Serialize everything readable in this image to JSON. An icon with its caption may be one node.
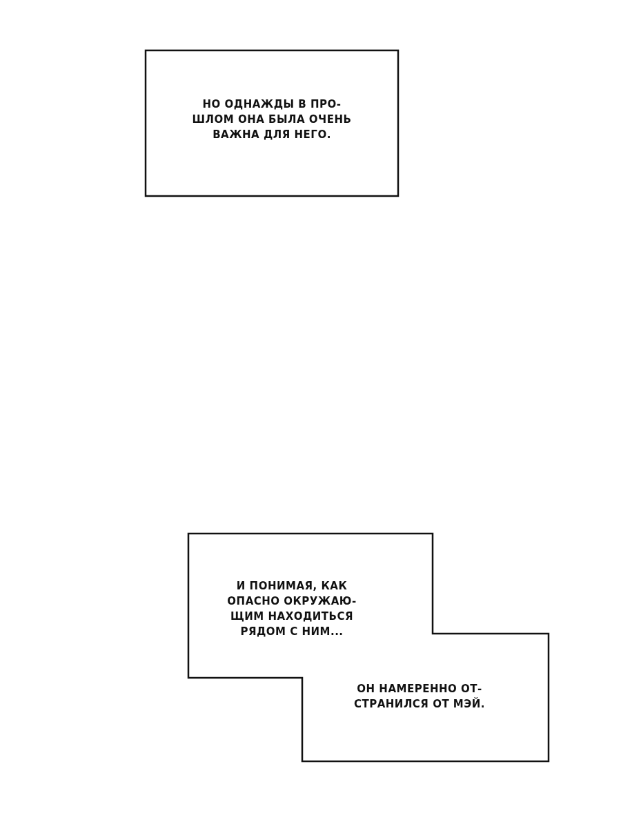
{
  "diagram": {
    "nodes": [
      {
        "text": [
          "НО ОДНАЖДЫ В ПРО- ШЛОМ ОНА БЫЛА ОЧЕНЬ ВАЖНА ДЛЯ НЕГО."
        ]
      },
      {
        "text": [
          "И ПОНИМАЯ, КАК ОПАСНО ОКРУЖАЮ- ЩИМ НАХОДИТЬСЯ РЯДОМ С НИМ...",
          "ОН НАМЕРЕННО ОТ- СТРАНИЛСЯ ОТ МЭЙ."
        ]
      }
    ]
  }
}
